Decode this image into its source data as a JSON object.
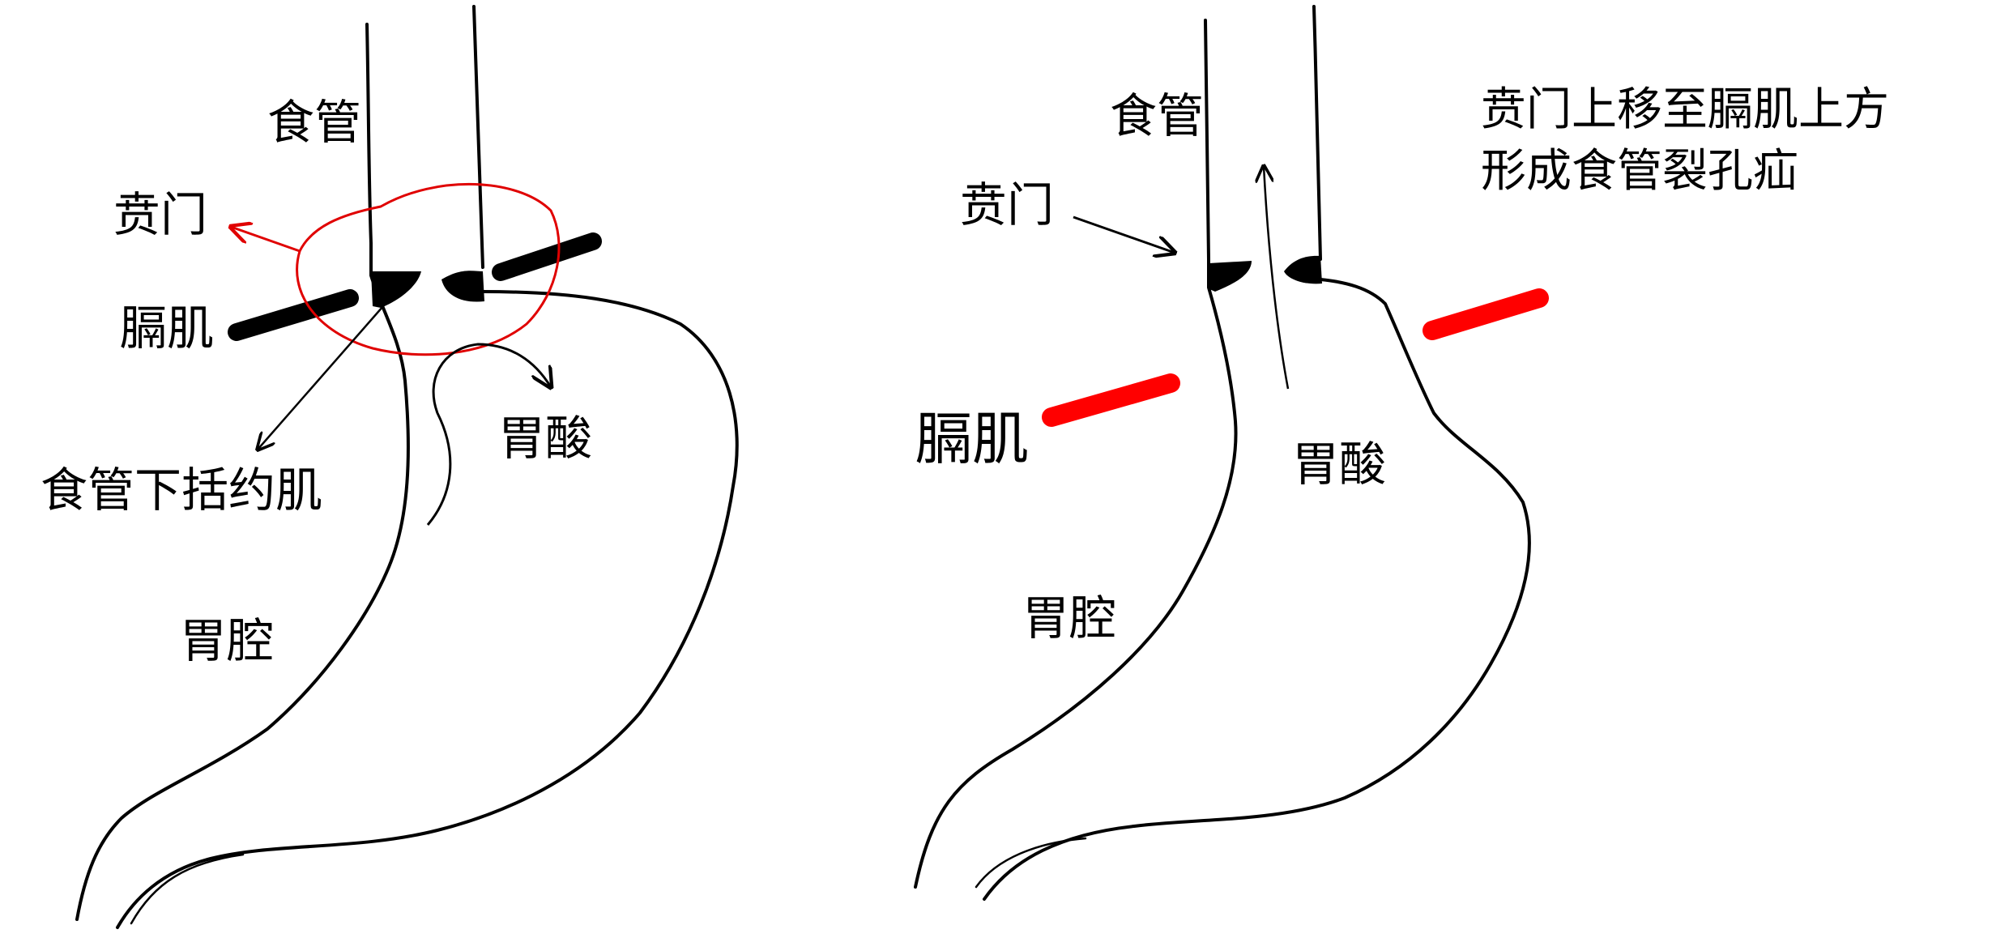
{
  "colors": {
    "ink": "#000000",
    "accent_red": "#ff0000"
  },
  "left_diagram": {
    "esophagus_label": "食管",
    "cardia_label": "贲门",
    "diaphragm_label": "膈肌",
    "les_label": "食管下括约肌",
    "stomach_acid_label": "胃酸",
    "gastric_cavity_label": "胃腔"
  },
  "right_diagram": {
    "esophagus_label": "食管",
    "cardia_label": "贲门",
    "diaphragm_label": "膈肌",
    "stomach_acid_label": "胃酸",
    "gastric_cavity_label": "胃腔",
    "note_line1": "贲门上移至膈肌上方",
    "note_line2": "形成食管裂孔疝"
  }
}
